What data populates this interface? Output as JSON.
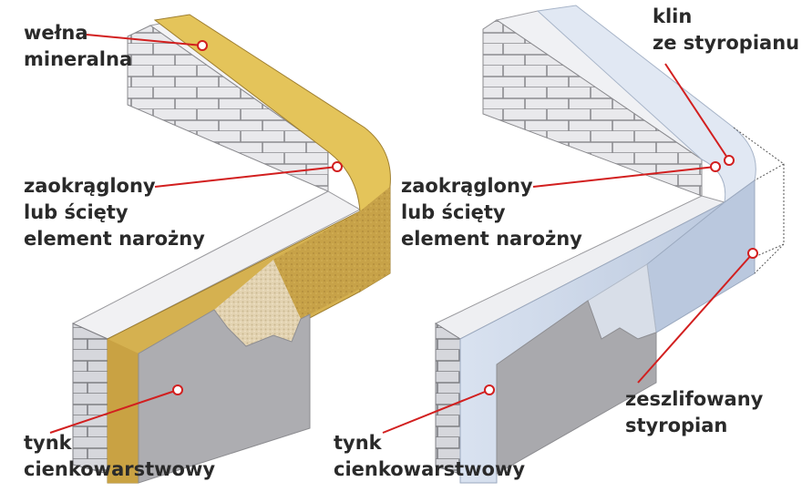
{
  "labels": {
    "left": {
      "mineral_wool": [
        "wełna",
        "mineralna"
      ],
      "rounded_corner": [
        "zaokrąglony",
        "lub ścięty",
        "element narożny"
      ],
      "thin_plaster": [
        "tynk",
        "cienkowarstwowy"
      ]
    },
    "right": {
      "styrofoam_wedge": [
        "klin",
        "ze styropianu"
      ],
      "rounded_corner": [
        "zaokrąglony",
        "lub ścięty",
        "element narożny"
      ],
      "ground_styrofoam": [
        "zeszlifowany",
        "styropian"
      ],
      "thin_plaster": [
        "tynk",
        "cienkowarstwowy"
      ]
    }
  },
  "colors": {
    "background": "#ffffff",
    "block_light": "#e9e9ec",
    "block_dark": "#cfd0d5",
    "mortar": "#6a6a6a",
    "wool_top": "#e4c45a",
    "wool_face": "#c7a248",
    "wool_dark": "#a9883a",
    "plaster": "#aeaeb2",
    "styrofoam_face": "#c5d2e6",
    "styrofoam_top": "#dde6f2",
    "leader": "#d21f1f",
    "text": "#2a2a2a"
  }
}
